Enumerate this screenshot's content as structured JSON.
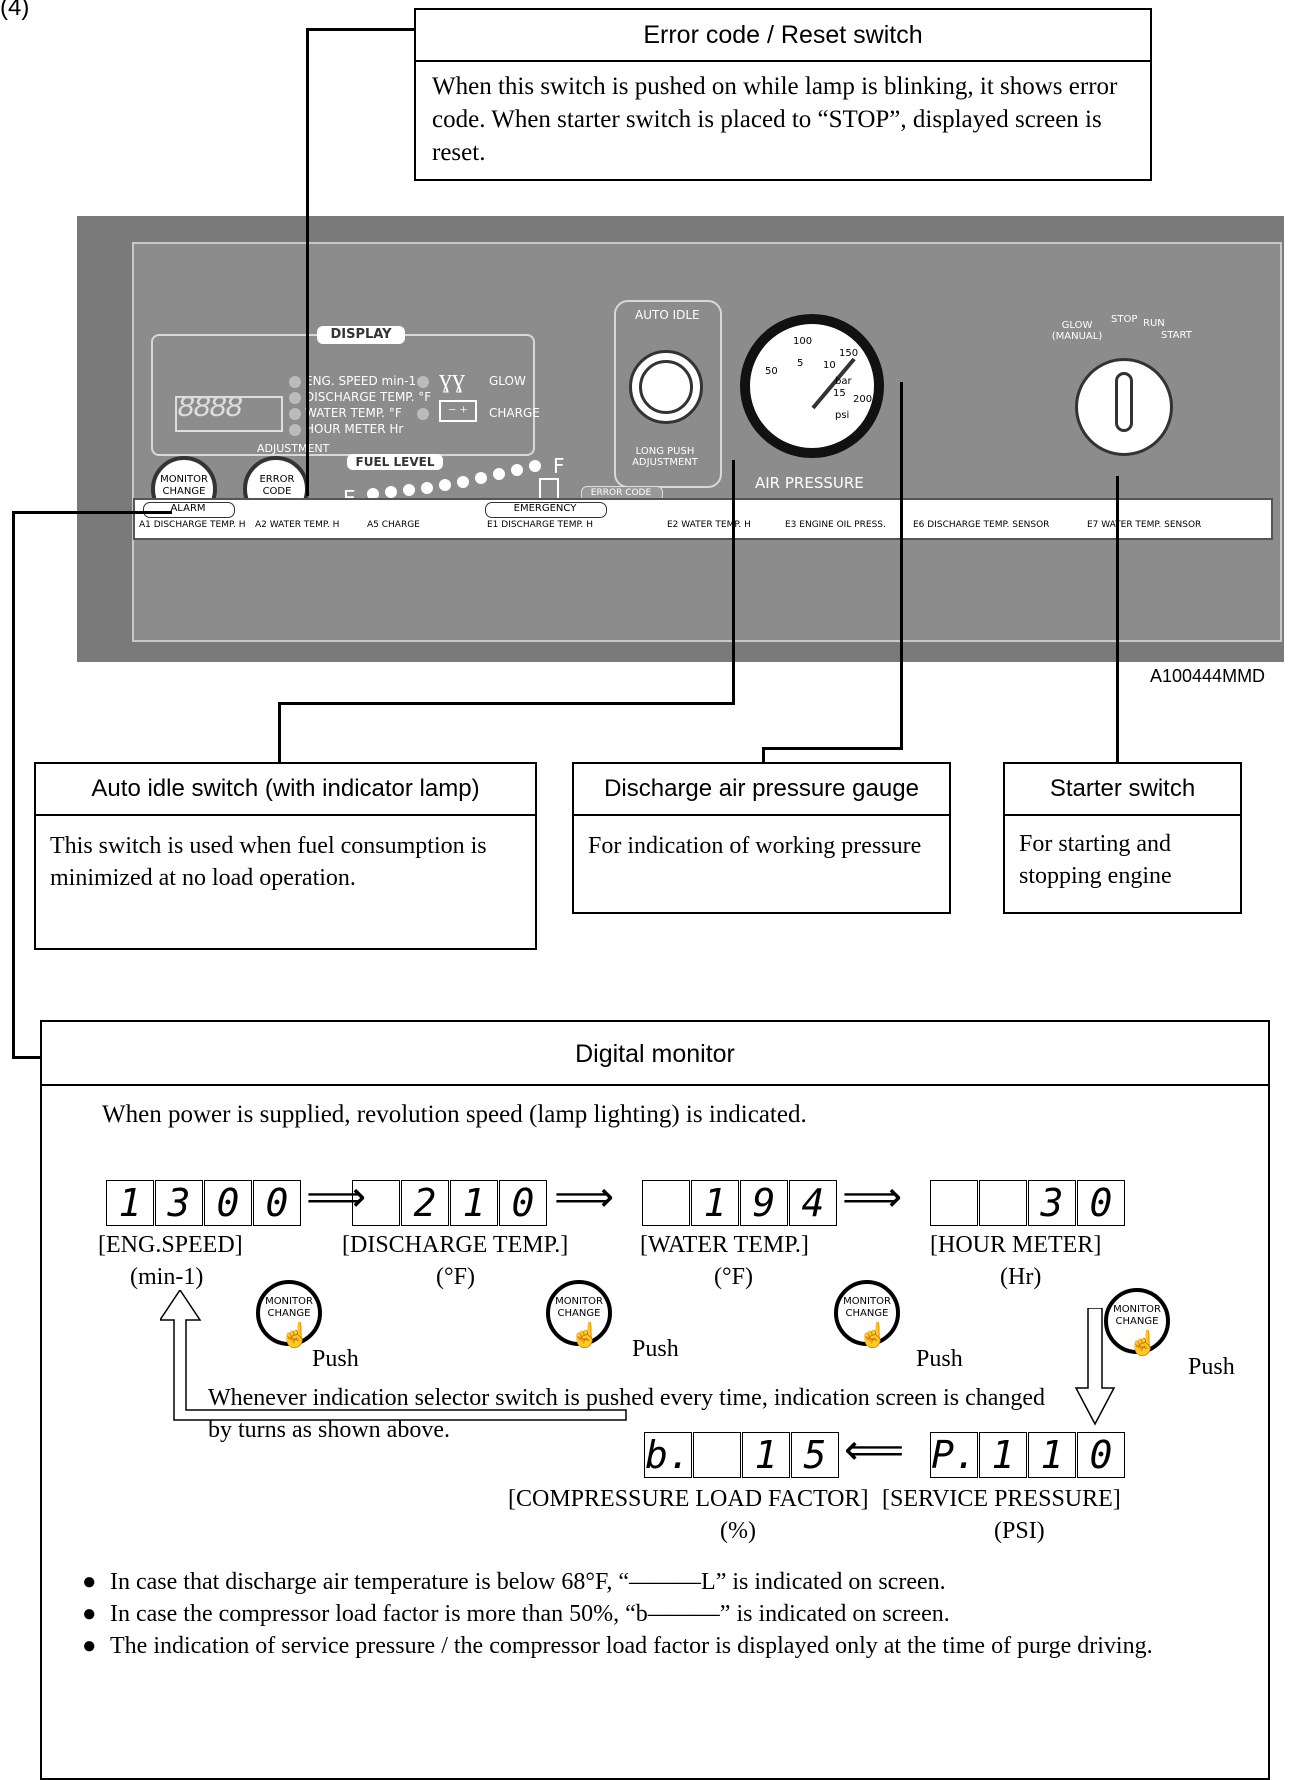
{
  "page_marker": "(4)",
  "error_code_box": {
    "title": "Error code / Reset switch",
    "body": "When this switch is pushed on while lamp is blinking, it shows error code. When starter switch is placed to “STOP”, displayed screen is reset."
  },
  "panel": {
    "display_title": "DISPLAY",
    "indicators": [
      "ENG. SPEED min-1",
      "DISCHARGE TEMP. °F",
      "WATER TEMP. °F",
      "HOUR METER Hr"
    ],
    "glow_label": "GLOW",
    "charge_label": "CHARGE",
    "adjustment_label": "ADJUSTMENT",
    "monitor_change_label": "MONITOR CHANGE",
    "error_code_btn_label": "ERROR CODE",
    "fuel_level_label": "FUEL LEVEL",
    "fuel_e": "E",
    "fuel_f": "F",
    "auto_idle_label": "AUTO IDLE",
    "long_push_label": "LONG PUSH ADJUSTMENT",
    "air_pressure_label": "AIR PRESSURE",
    "gauge_bar": "bar",
    "gauge_psi": "psi",
    "gauge_marks": [
      "50",
      "100",
      "150",
      "200",
      "5",
      "10",
      "15"
    ],
    "starter_positions": [
      "GLOW (MANUAL)",
      "STOP",
      "RUN",
      "START"
    ],
    "error_code_tab": "ERROR CODE",
    "alarm_label": "ALARM",
    "emergency_label": "EMERGENCY",
    "alarm_items": [
      "A1 DISCHARGE TEMP. H",
      "A2 WATER TEMP. H",
      "A5 CHARGE"
    ],
    "emergency_items": [
      "E1 DISCHARGE TEMP. H",
      "E2 WATER TEMP. H",
      "E3 ENGINE OIL PRESS.",
      "E6 DISCHARGE TEMP. SENSOR",
      "E7 WATER TEMP. SENSOR"
    ]
  },
  "figure_id": "A100444MMD",
  "auto_idle_box": {
    "title": "Auto idle switch (with indicator lamp)",
    "body": "This switch is used when fuel consumption is minimized at no load operation."
  },
  "gauge_box": {
    "title": "Discharge air pressure gauge",
    "body": "For indication of working pressure"
  },
  "starter_box": {
    "title": "Starter switch",
    "body": "For starting and stopping engine"
  },
  "digital_monitor": {
    "title": "Digital monitor",
    "intro": "When power is supplied, revolution speed (lamp lighting) is indicated.",
    "screens": [
      {
        "digits": [
          "1",
          "3",
          "0",
          "0"
        ],
        "name": "[ENG.SPEED]",
        "unit": "(min-1)"
      },
      {
        "digits": [
          "",
          "2",
          "1",
          "0"
        ],
        "name": "[DISCHARGE TEMP.]",
        "unit": "(°F)"
      },
      {
        "digits": [
          "",
          "1",
          "9",
          "4"
        ],
        "name": "[WATER TEMP.]",
        "unit": "(°F)"
      },
      {
        "digits": [
          "",
          "",
          "3",
          "0"
        ],
        "name": "[HOUR METER]",
        "unit": "(Hr)"
      },
      {
        "digits": [
          "P.",
          "1",
          "1",
          "0"
        ],
        "name": "[SERVICE PRESSURE]",
        "unit": "(PSI)"
      },
      {
        "digits": [
          "b.",
          "",
          "1",
          "5"
        ],
        "name": "[COMPRESSURE LOAD FACTOR]",
        "unit": "(%)"
      }
    ],
    "push_label": "Push",
    "button_label": "MONITOR CHANGE",
    "cycle_note": "Whenever indication selector switch is pushed every time, indication screen is changed by turns as shown above.",
    "bullets": [
      "In case that discharge air temperature is below 68°F, “———L” is indicated on screen.",
      "In case the compressor load factor is more than 50%, “b———” is indicated on screen.",
      "The indication of service pressure / the compressor load factor is displayed only at the time of purge driving."
    ]
  }
}
